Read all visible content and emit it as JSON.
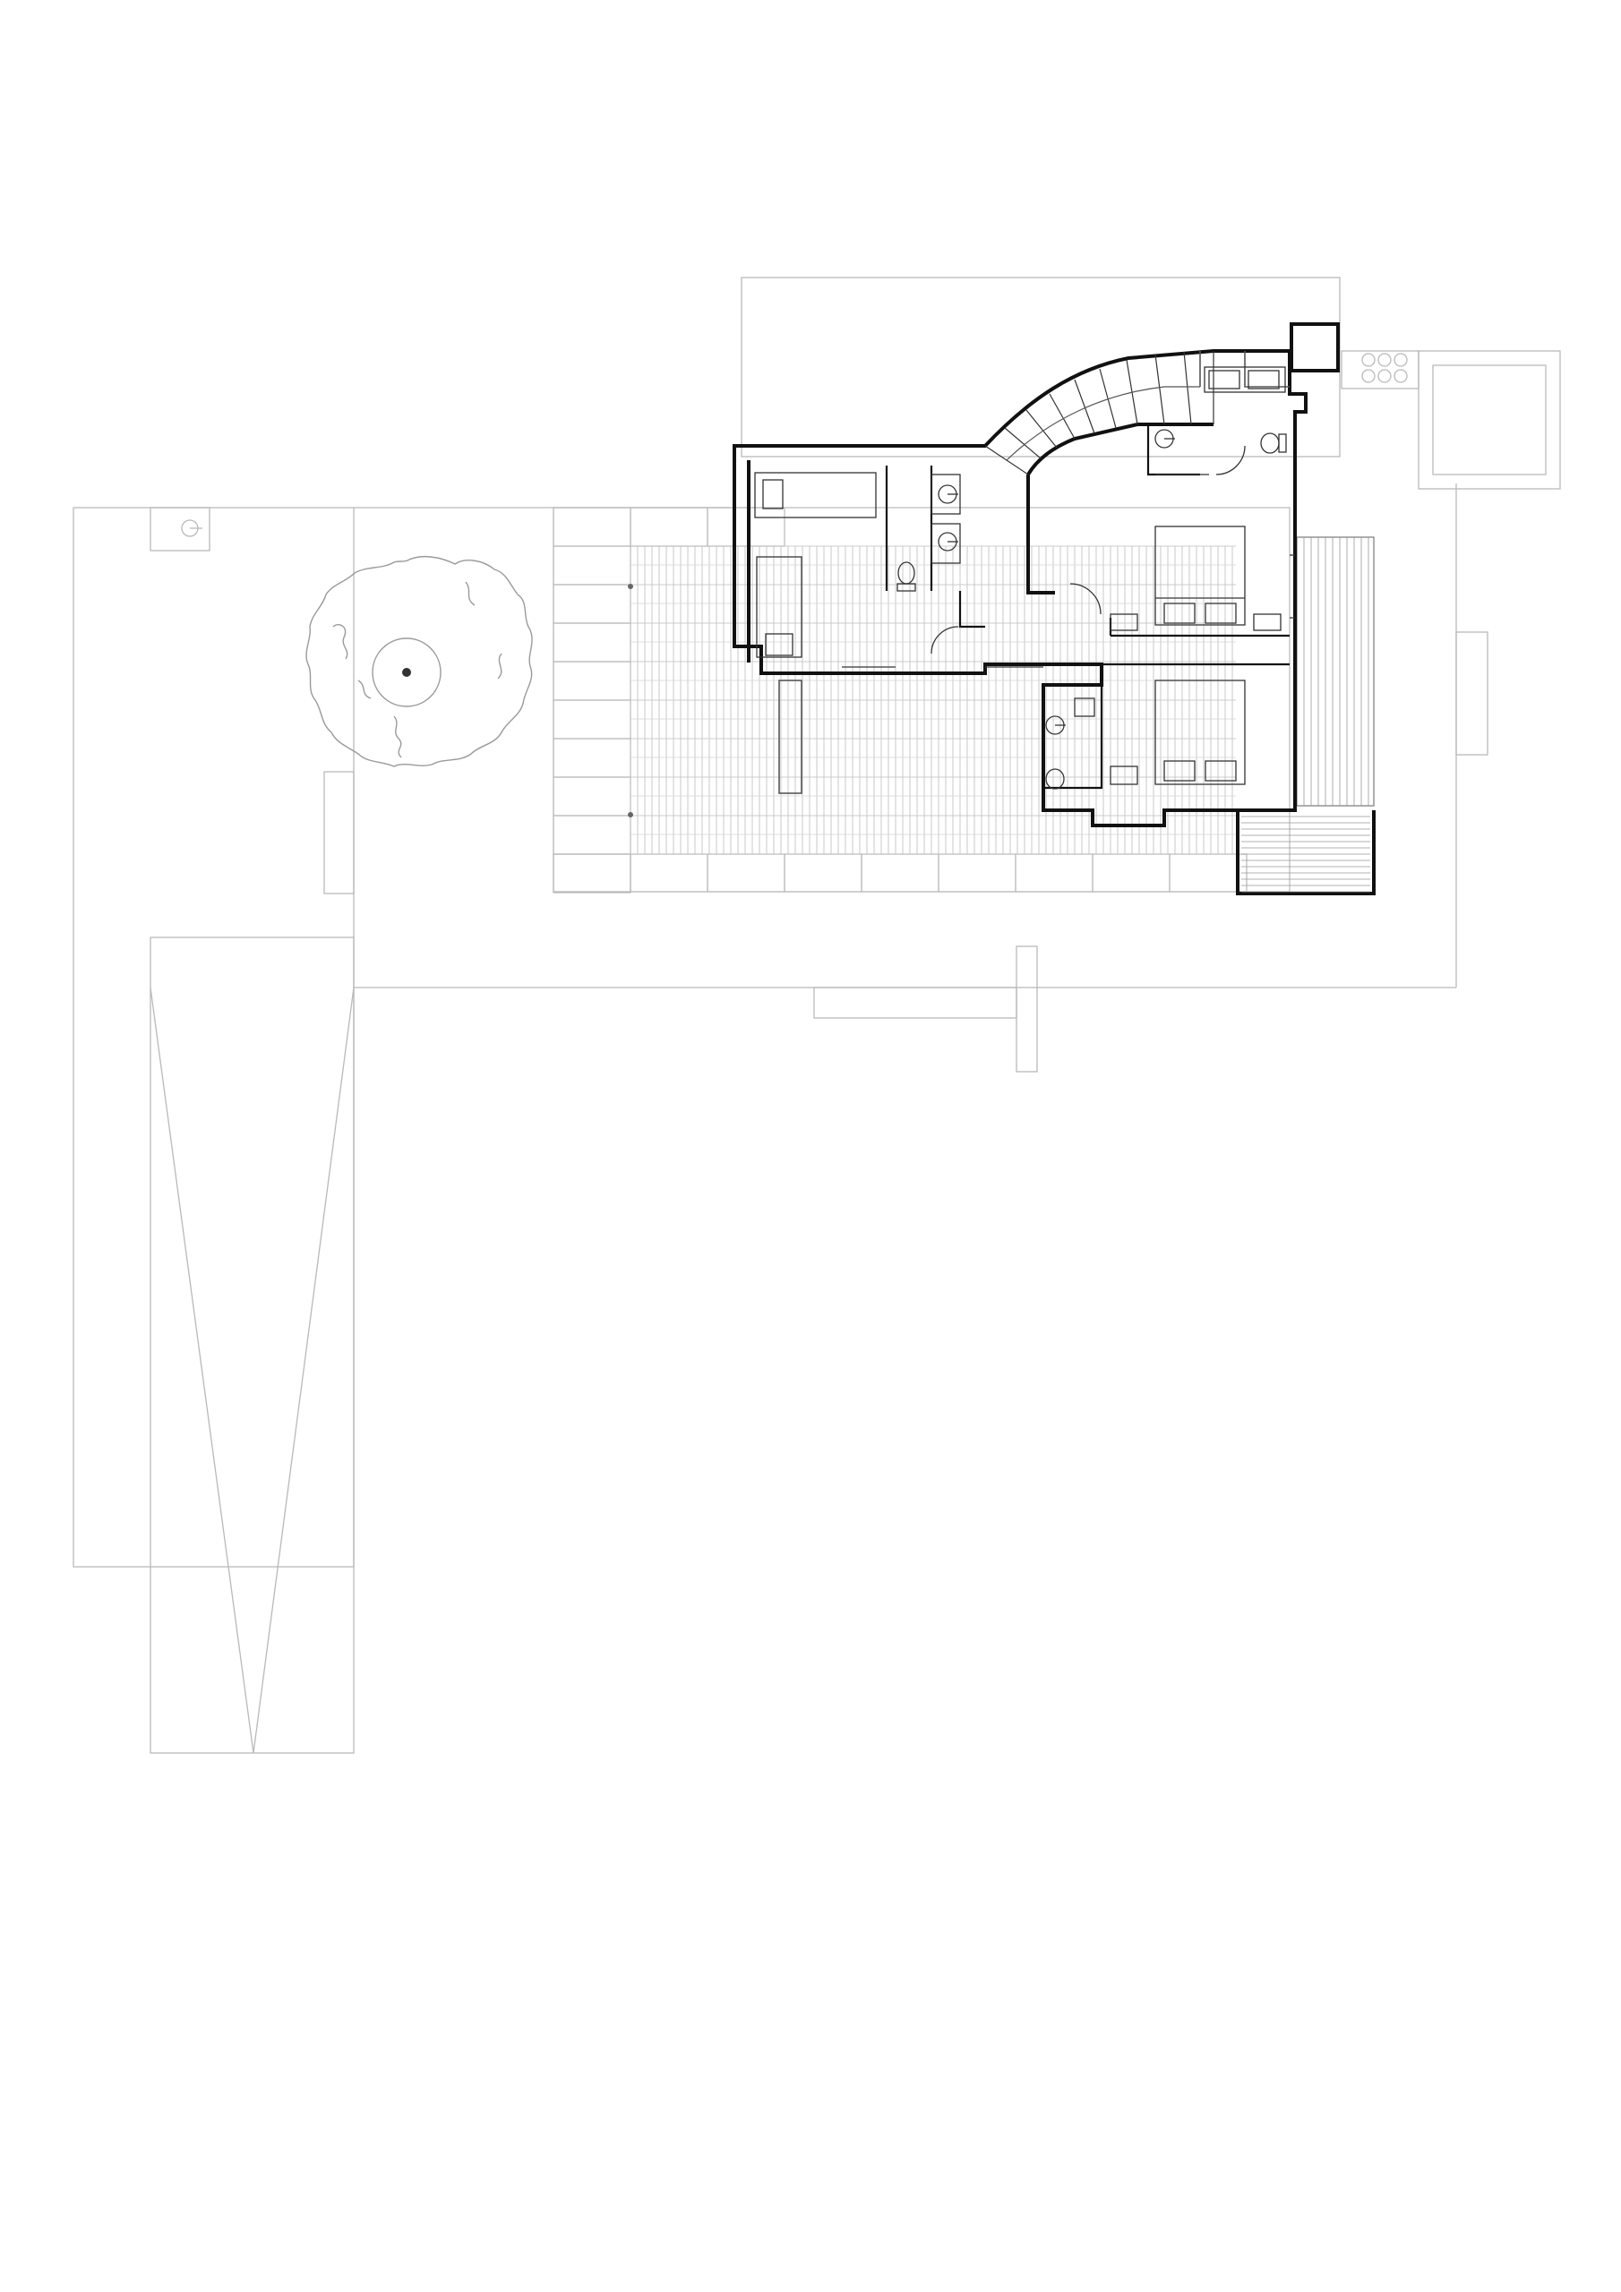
{
  "drawing": {
    "type": "architectural site and floor plan",
    "text_labels": [],
    "colors": {
      "background": "#ffffff",
      "walls": "#111111",
      "site_lines": "#b9b9b9",
      "paving_grid": "#bdbdbd"
    },
    "icons": [
      "tree-symbol",
      "wc-fixture",
      "washbasin-fixture",
      "bed-symbol",
      "spiral-staircase",
      "hot-tub"
    ]
  }
}
